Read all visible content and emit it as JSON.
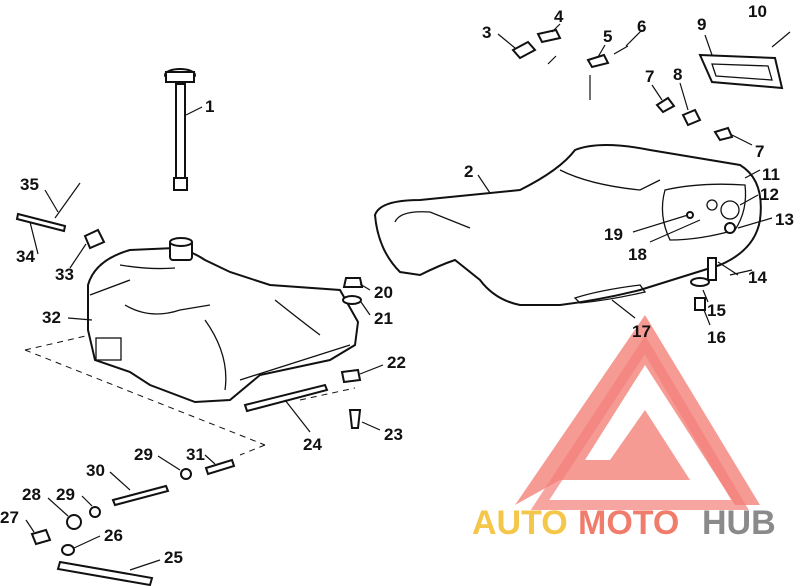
{
  "callouts": [
    {
      "id": "1",
      "label": "1"
    },
    {
      "id": "2",
      "label": "2"
    },
    {
      "id": "3",
      "label": "3"
    },
    {
      "id": "4",
      "label": "4"
    },
    {
      "id": "5",
      "label": "5"
    },
    {
      "id": "6",
      "label": "6"
    },
    {
      "id": "7a",
      "label": "7"
    },
    {
      "id": "7b",
      "label": "7"
    },
    {
      "id": "8",
      "label": "8"
    },
    {
      "id": "9",
      "label": "9"
    },
    {
      "id": "10",
      "label": "10"
    },
    {
      "id": "11",
      "label": "11"
    },
    {
      "id": "12",
      "label": "12"
    },
    {
      "id": "13",
      "label": "13"
    },
    {
      "id": "14",
      "label": "14"
    },
    {
      "id": "15",
      "label": "15"
    },
    {
      "id": "16",
      "label": "16"
    },
    {
      "id": "17",
      "label": "17"
    },
    {
      "id": "18",
      "label": "18"
    },
    {
      "id": "19",
      "label": "19"
    },
    {
      "id": "20",
      "label": "20"
    },
    {
      "id": "21",
      "label": "21"
    },
    {
      "id": "22",
      "label": "22"
    },
    {
      "id": "23",
      "label": "23"
    },
    {
      "id": "24",
      "label": "24"
    },
    {
      "id": "25",
      "label": "25"
    },
    {
      "id": "26",
      "label": "26"
    },
    {
      "id": "27",
      "label": "27"
    },
    {
      "id": "28",
      "label": "28"
    },
    {
      "id": "29a",
      "label": "29"
    },
    {
      "id": "29b",
      "label": "29"
    },
    {
      "id": "30",
      "label": "30"
    },
    {
      "id": "31",
      "label": "31"
    },
    {
      "id": "32",
      "label": "32"
    },
    {
      "id": "33",
      "label": "33"
    },
    {
      "id": "34",
      "label": "34"
    },
    {
      "id": "35",
      "label": "35"
    }
  ],
  "watermark": {
    "auto": "AUTO",
    "moto": "MOTO",
    "hub": "HUB",
    "colors": {
      "auto": "#f4c64a",
      "moto": "#f07d6c",
      "hub": "#8a8a8a",
      "logo": "#f26a63"
    }
  }
}
